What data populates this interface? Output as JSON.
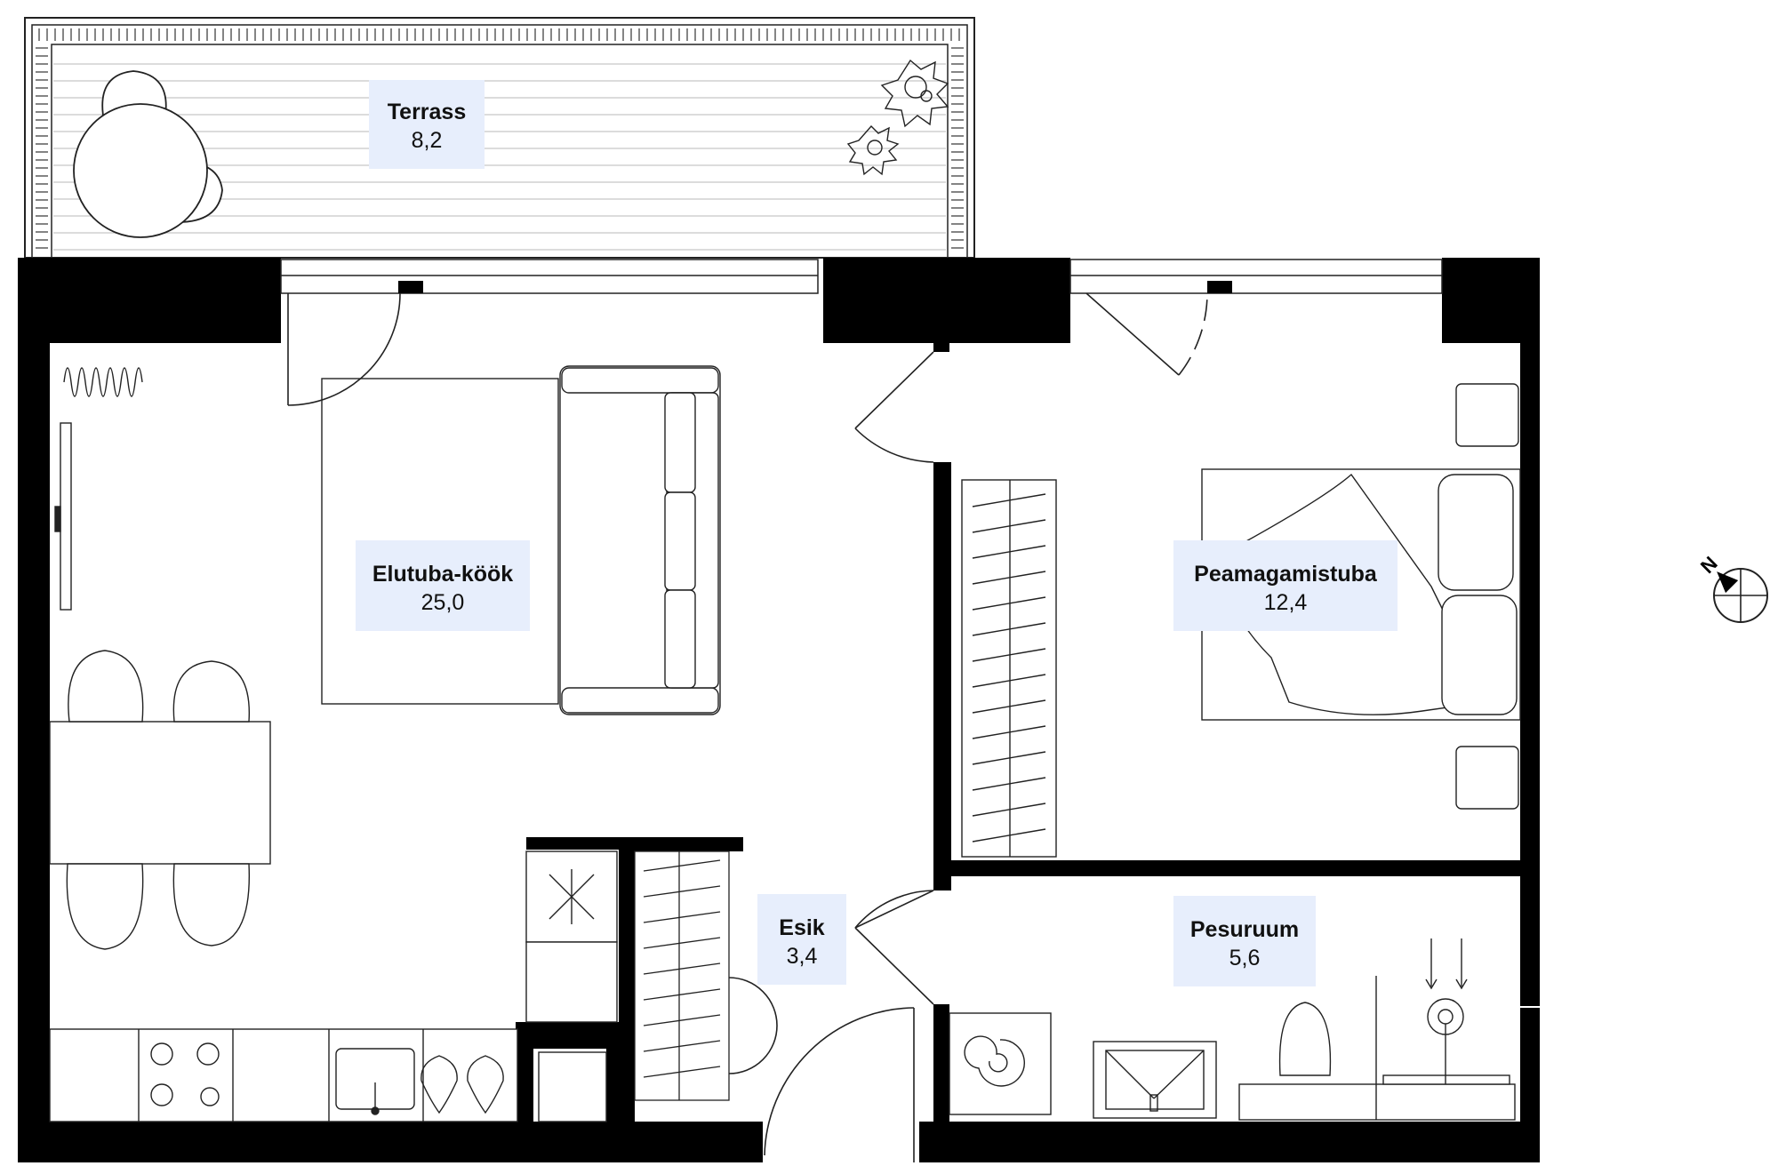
{
  "colors": {
    "wall": "#000000",
    "line": "#1a1a1a",
    "label_bg": "#e7eefc",
    "background": "#ffffff"
  },
  "rooms": [
    {
      "id": "terrass",
      "name": "Terrass",
      "area": "8,2"
    },
    {
      "id": "elutuba",
      "name": "Elutuba-köök",
      "area": "25,0"
    },
    {
      "id": "peamagamistuba",
      "name": "Peamagamistuba",
      "area": "12,4"
    },
    {
      "id": "esik",
      "name": "Esik",
      "area": "3,4"
    },
    {
      "id": "pesuruum",
      "name": "Pesuruum",
      "area": "5,6"
    }
  ],
  "compass": {
    "letter": "N",
    "icon": "compass-icon"
  }
}
